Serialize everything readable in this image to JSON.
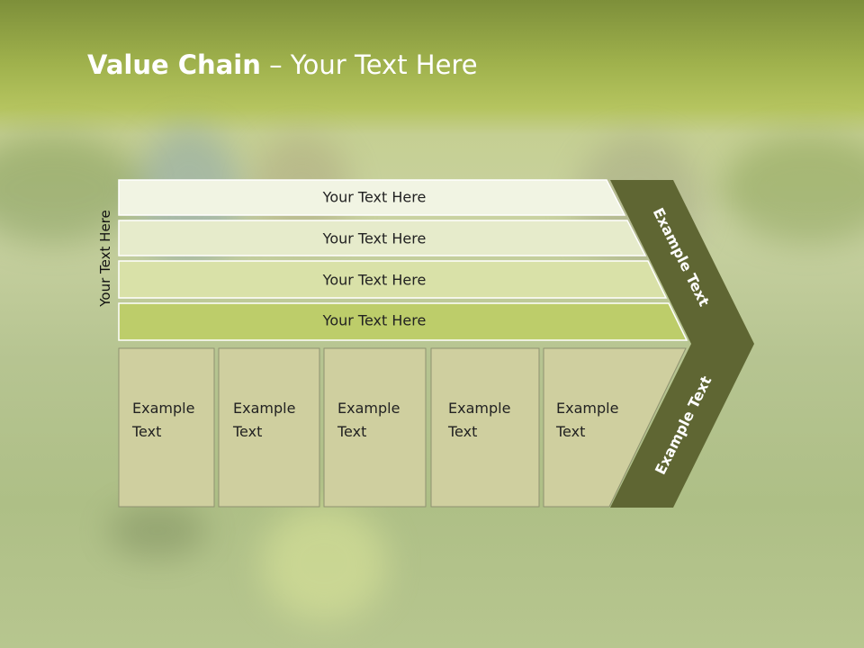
{
  "slide": {
    "title_bold": "Value Chain",
    "title_rest": " – Your Text Here",
    "side_label": "Your Text Here"
  },
  "bars": [
    {
      "label": "Your Text Here",
      "fill": "#f1f4e3"
    },
    {
      "label": "Your Text Here",
      "fill": "#e6ebcb"
    },
    {
      "label": "Your Text Here",
      "fill": "#d9e1a8"
    },
    {
      "label": "Your Text Here",
      "fill": "#bdcd6a"
    }
  ],
  "boxes": [
    {
      "line1": "Example",
      "line2": "Text"
    },
    {
      "line1": "Example",
      "line2": "Text"
    },
    {
      "line1": "Example",
      "line2": "Text"
    },
    {
      "line1": "Example",
      "line2": "Text"
    },
    {
      "line1": "Example",
      "line2": "Text"
    }
  ],
  "chevron": {
    "upper_label": "Example Text",
    "lower_label": "Example Text",
    "color": "#5f6633"
  },
  "colors": {
    "box_fill": "#cfcf9f",
    "box_stroke": "#8f9270",
    "bar_stroke": "#ffffff"
  }
}
